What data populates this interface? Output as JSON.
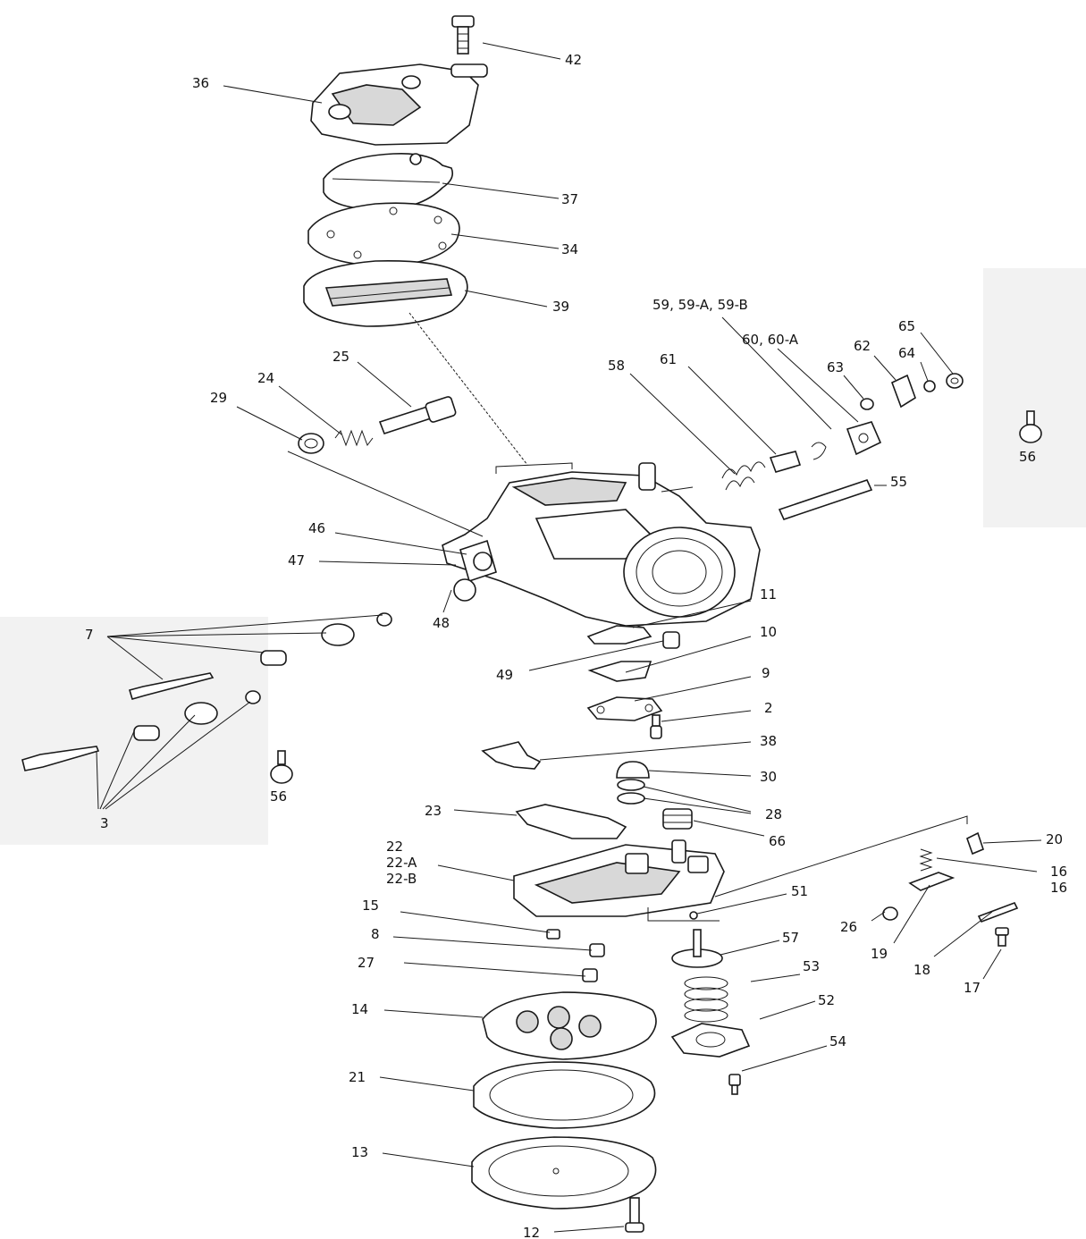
{
  "colors": {
    "line": "#1a1a1a",
    "background": "#ffffff",
    "panel": "#f2f2f2"
  },
  "callouts": {
    "c42": "42",
    "c36": "36",
    "c37": "37",
    "c34": "34",
    "c39": "39",
    "c59": "59, 59-A, 59-B",
    "c60": "60, 60-A",
    "c65": "65",
    "c62": "62",
    "c64": "64",
    "c63": "63",
    "c58": "58",
    "c61": "61",
    "c25": "25",
    "c24": "24",
    "c29": "29",
    "c56a": "56",
    "c55": "55",
    "c46": "46",
    "c47": "47",
    "c48": "48",
    "c11": "11",
    "c7": "7",
    "c49": "49",
    "c10": "10",
    "c9": "9",
    "c2": "2",
    "c38": "38",
    "c30": "30",
    "c56b": "56",
    "c3": "3",
    "c28": "28",
    "c23": "23",
    "c66": "66",
    "c20": "20",
    "c22": "22",
    "c22a": "22-A",
    "c22b": "22-B",
    "c16a": "16",
    "c16b": "16",
    "c51": "51",
    "c15": "15",
    "c26": "26",
    "c57": "57",
    "c19": "19",
    "c8": "8",
    "c18": "18",
    "c17": "17",
    "c27": "27",
    "c53": "53",
    "c14": "14",
    "c52": "52",
    "c54": "54",
    "c21": "21",
    "c13": "13",
    "c12": "12"
  }
}
